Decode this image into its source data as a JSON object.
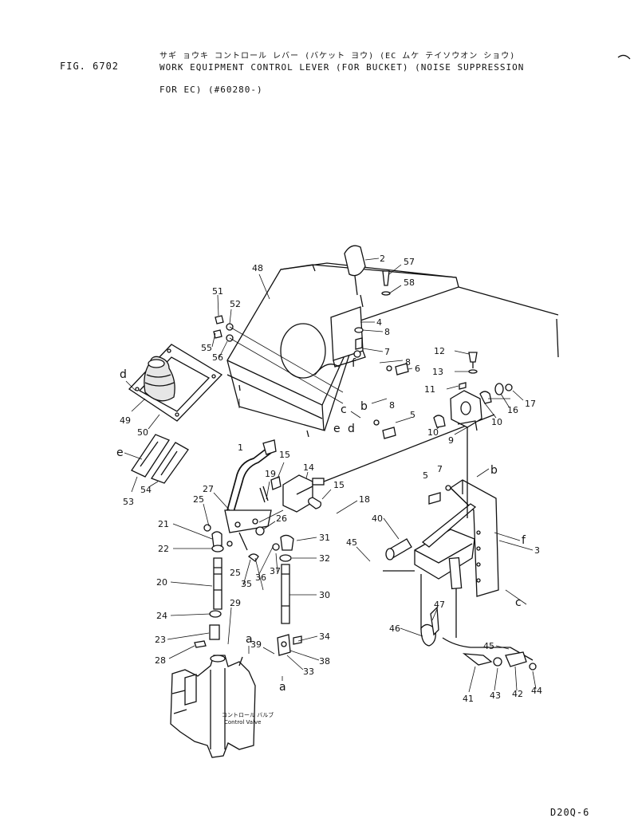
{
  "header": {
    "fig_number": "FIG. 6702",
    "title_jp": "サギ ョウキ コントロール レバー (バケット ヨウ) (EC ムケ テイソウオン ショウ)",
    "title_line1": "WORK EQUIPMENT CONTROL LEVER (FOR BUCKET) (NOISE SUPPRESSION",
    "title_line2": "FOR EC) (#60280-)"
  },
  "footer": {
    "page_code": "D20Q-6"
  },
  "control_valve": {
    "label_jp": "コントロール バルブ",
    "label_en": "Control Valve"
  },
  "callouts": [
    {
      "id": "2"
    },
    {
      "id": "57"
    },
    {
      "id": "58"
    },
    {
      "id": "48"
    },
    {
      "id": "51"
    },
    {
      "id": "52"
    },
    {
      "id": "55"
    },
    {
      "id": "56"
    },
    {
      "id": "4"
    },
    {
      "id": "8"
    },
    {
      "id": "7"
    },
    {
      "id": "6"
    },
    {
      "id": "12"
    },
    {
      "id": "13"
    },
    {
      "id": "11"
    },
    {
      "id": "17"
    },
    {
      "id": "16"
    },
    {
      "id": "10"
    },
    {
      "id": "9"
    },
    {
      "id": "5"
    },
    {
      "id": "49"
    },
    {
      "id": "50"
    },
    {
      "id": "53"
    },
    {
      "id": "54"
    },
    {
      "id": "1"
    },
    {
      "id": "14"
    },
    {
      "id": "15"
    },
    {
      "id": "19"
    },
    {
      "id": "27"
    },
    {
      "id": "25"
    },
    {
      "id": "21"
    },
    {
      "id": "22"
    },
    {
      "id": "26"
    },
    {
      "id": "31"
    },
    {
      "id": "32"
    },
    {
      "id": "36"
    },
    {
      "id": "37"
    },
    {
      "id": "35"
    },
    {
      "id": "20"
    },
    {
      "id": "30"
    },
    {
      "id": "29"
    },
    {
      "id": "24"
    },
    {
      "id": "23"
    },
    {
      "id": "28"
    },
    {
      "id": "39"
    },
    {
      "id": "34"
    },
    {
      "id": "38"
    },
    {
      "id": "33"
    },
    {
      "id": "18"
    },
    {
      "id": "40"
    },
    {
      "id": "45"
    },
    {
      "id": "3"
    },
    {
      "id": "47"
    },
    {
      "id": "46"
    },
    {
      "id": "41"
    },
    {
      "id": "43"
    },
    {
      "id": "42"
    },
    {
      "id": "44"
    }
  ],
  "letters": [
    "a",
    "b",
    "c",
    "d",
    "e",
    "f"
  ]
}
